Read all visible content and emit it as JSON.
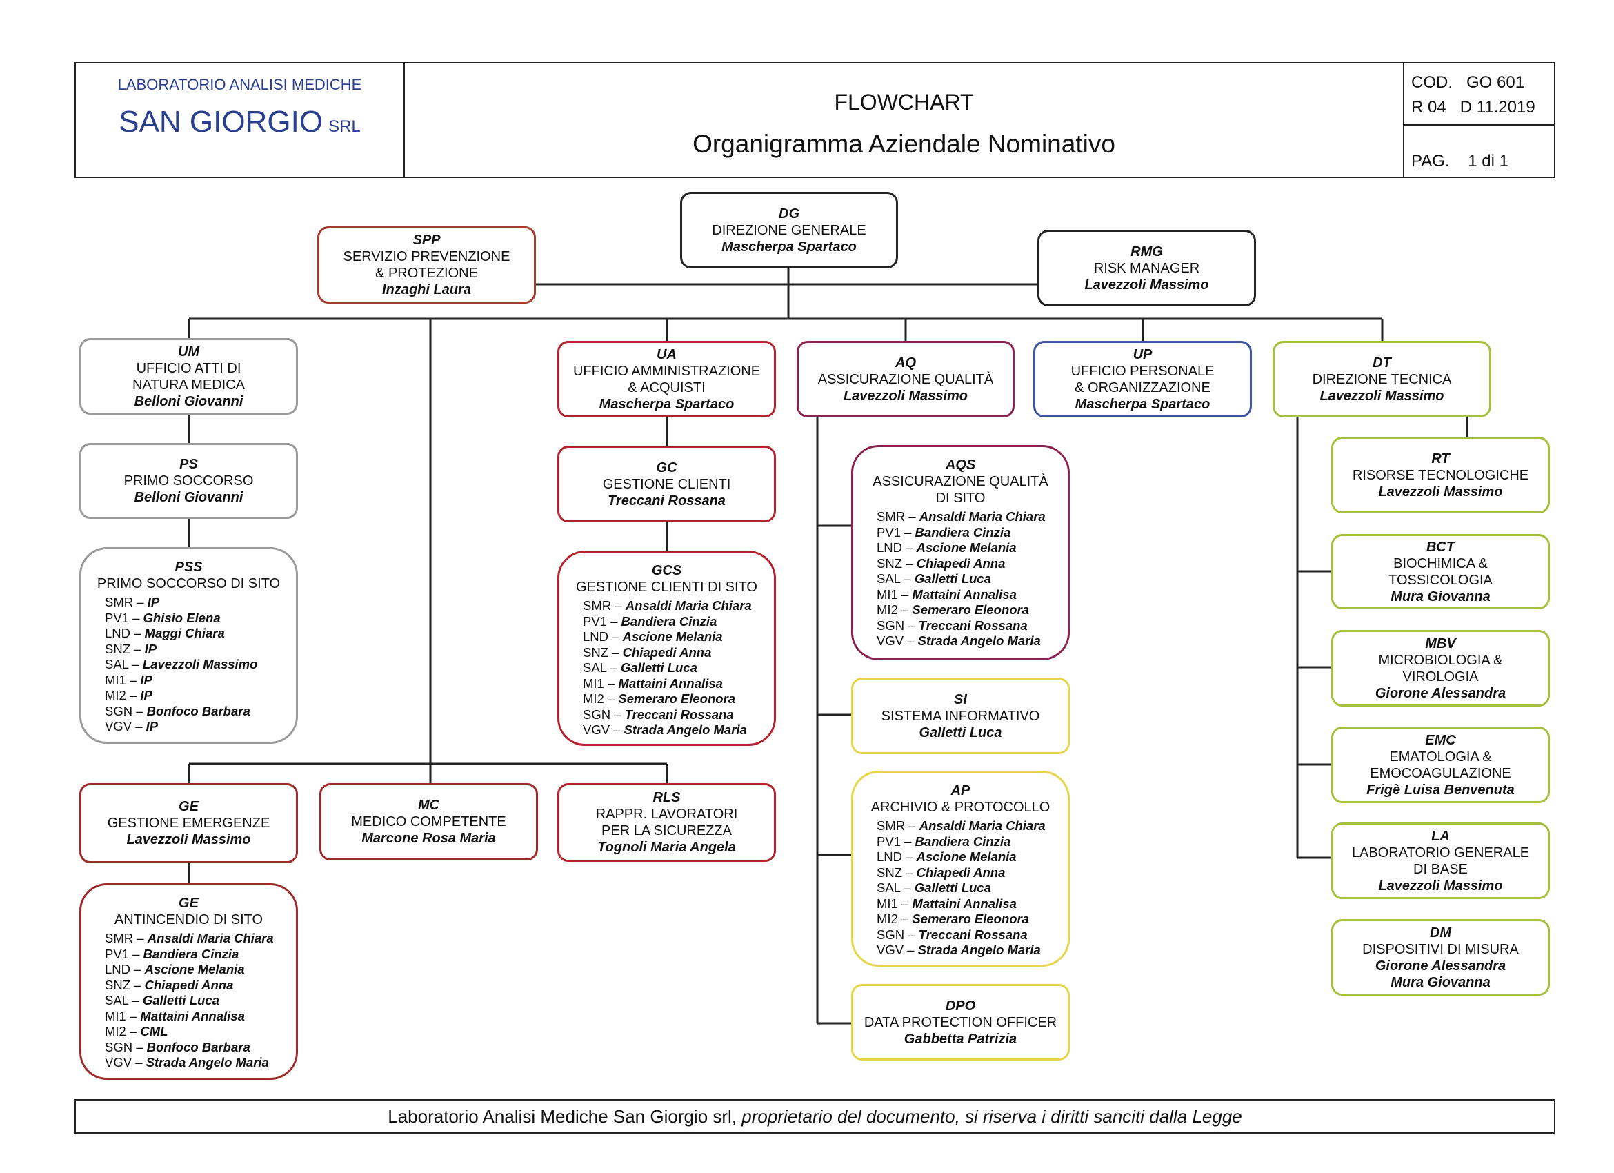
{
  "header": {
    "company_line1": "LABORATORIO  ANALISI  MEDICHE",
    "company_name": "SAN GIORGIO",
    "company_suffix": "SRL",
    "doc_type": "FLOWCHART",
    "doc_title": "Organigramma Aziendale Nominativo",
    "cod_label": "COD.",
    "cod_value": "GO 601",
    "rev": "R 04",
    "date": "D 11.2019",
    "page_label": "PAG.",
    "page_value": "1 di 1"
  },
  "boxes": {
    "dg": {
      "code": "DG",
      "title": [
        "DIREZIONE GENERALE"
      ],
      "names": [
        "Mascherpa Spartaco"
      ]
    },
    "spp": {
      "code": "SPP",
      "title": [
        "SERVIZIO PREVENZIONE",
        "& PROTEZIONE"
      ],
      "names": [
        "Inzaghi Laura"
      ]
    },
    "rmg": {
      "code": "RMG",
      "title": [
        "RISK MANAGER"
      ],
      "names": [
        "Lavezzoli Massimo"
      ]
    },
    "um": {
      "code": "UM",
      "title": [
        "UFFICIO ATTI DI",
        "NATURA MEDICA"
      ],
      "names": [
        "Belloni Giovanni"
      ]
    },
    "ua": {
      "code": "UA",
      "title": [
        "UFFICIO AMMINISTRAZIONE",
        "& ACQUISTI"
      ],
      "names": [
        "Mascherpa Spartaco"
      ]
    },
    "aq": {
      "code": "AQ",
      "title": [
        "ASSICURAZIONE QUALITÀ"
      ],
      "names": [
        "Lavezzoli Massimo"
      ]
    },
    "up": {
      "code": "UP",
      "title": [
        "UFFICIO PERSONALE",
        "& ORGANIZZAZIONE"
      ],
      "names": [
        "Mascherpa Spartaco"
      ]
    },
    "dt": {
      "code": "DT",
      "title": [
        "DIREZIONE TECNICA"
      ],
      "names": [
        "Lavezzoli Massimo"
      ]
    },
    "ps": {
      "code": "PS",
      "title": [
        "PRIMO SOCCORSO"
      ],
      "names": [
        "Belloni Giovanni"
      ]
    },
    "pss": {
      "code": "PSS",
      "title": [
        "PRIMO SOCCORSO DI SITO"
      ],
      "names": [],
      "sites": [
        [
          "SMR",
          "IP"
        ],
        [
          "PV1",
          "Ghisio Elena"
        ],
        [
          "LND",
          "Maggi Chiara"
        ],
        [
          "SNZ",
          "IP"
        ],
        [
          "SAL",
          "Lavezzoli Massimo"
        ],
        [
          "MI1",
          "IP"
        ],
        [
          "MI2",
          "IP"
        ],
        [
          "SGN",
          "Bonfoco Barbara"
        ],
        [
          "VGV",
          "IP"
        ]
      ]
    },
    "gc": {
      "code": "GC",
      "title": [
        "GESTIONE CLIENTI"
      ],
      "names": [
        "Treccani Rossana"
      ]
    },
    "gcs": {
      "code": "GCS",
      "title": [
        "GESTIONE CLIENTI DI SITO"
      ],
      "names": [],
      "sites": [
        [
          "SMR",
          "Ansaldi Maria Chiara"
        ],
        [
          "PV1",
          "Bandiera Cinzia"
        ],
        [
          "LND",
          "Ascione Melania"
        ],
        [
          "SNZ",
          "Chiapedi Anna"
        ],
        [
          "SAL",
          "Galletti Luca"
        ],
        [
          "MI1",
          "Mattaini Annalisa"
        ],
        [
          "MI2",
          "Semeraro Eleonora"
        ],
        [
          "SGN",
          "Treccani Rossana"
        ],
        [
          "VGV",
          "Strada Angelo Maria"
        ]
      ]
    },
    "ge": {
      "code": "GE",
      "title": [
        "GESTIONE EMERGENZE"
      ],
      "names": [
        "Lavezzoli Massimo"
      ]
    },
    "mc": {
      "code": "MC",
      "title": [
        "MEDICO COMPETENTE"
      ],
      "names": [
        "Marcone Rosa Maria"
      ]
    },
    "rls": {
      "code": "RLS",
      "title": [
        "RAPPR. LAVORATORI",
        "PER LA SICUREZZA"
      ],
      "names": [
        "Tognoli Maria Angela"
      ]
    },
    "gea": {
      "code": "GE",
      "title": [
        "ANTINCENDIO DI SITO"
      ],
      "names": [],
      "sites": [
        [
          "SMR",
          "Ansaldi Maria Chiara"
        ],
        [
          "PV1",
          "Bandiera Cinzia"
        ],
        [
          "LND",
          "Ascione Melania"
        ],
        [
          "SNZ",
          "Chiapedi Anna"
        ],
        [
          "SAL",
          "Galletti Luca"
        ],
        [
          "MI1",
          "Mattaini Annalisa"
        ],
        [
          "MI2",
          "CML"
        ],
        [
          "SGN",
          "Bonfoco Barbara"
        ],
        [
          "VGV",
          "Strada Angelo Maria"
        ]
      ]
    },
    "aqs": {
      "code": "AQS",
      "title": [
        "ASSICURAZIONE QUALITÀ",
        "DI SITO"
      ],
      "names": [],
      "sites": [
        [
          "SMR",
          "Ansaldi Maria Chiara"
        ],
        [
          "PV1",
          "Bandiera Cinzia"
        ],
        [
          "LND",
          "Ascione Melania"
        ],
        [
          "SNZ",
          "Chiapedi Anna"
        ],
        [
          "SAL",
          "Galletti Luca"
        ],
        [
          "MI1",
          "Mattaini Annalisa"
        ],
        [
          "MI2",
          "Semeraro Eleonora"
        ],
        [
          "SGN",
          "Treccani Rossana"
        ],
        [
          "VGV",
          "Strada Angelo Maria"
        ]
      ]
    },
    "si": {
      "code": "SI",
      "title": [
        "SISTEMA INFORMATIVO"
      ],
      "names": [
        "Galletti Luca"
      ]
    },
    "ap": {
      "code": "AP",
      "title": [
        "ARCHIVIO & PROTOCOLLO"
      ],
      "names": [],
      "sites": [
        [
          "SMR",
          "Ansaldi Maria Chiara"
        ],
        [
          "PV1",
          "Bandiera Cinzia"
        ],
        [
          "LND",
          "Ascione Melania"
        ],
        [
          "SNZ",
          "Chiapedi Anna"
        ],
        [
          "SAL",
          "Galletti Luca"
        ],
        [
          "MI1",
          "Mattaini Annalisa"
        ],
        [
          "MI2",
          "Semeraro Eleonora"
        ],
        [
          "SGN",
          "Treccani Rossana"
        ],
        [
          "VGV",
          "Strada Angelo Maria"
        ]
      ]
    },
    "dpo": {
      "code": "DPO",
      "title": [
        "DATA PROTECTION OFFICER"
      ],
      "names": [
        "Gabbetta Patrizia"
      ]
    },
    "rt": {
      "code": "RT",
      "title": [
        "RISORSE TECNOLOGICHE"
      ],
      "names": [
        "Lavezzoli Massimo"
      ]
    },
    "bct": {
      "code": "BCT",
      "title": [
        "BIOCHIMICA &",
        "TOSSICOLOGIA"
      ],
      "names": [
        "Mura Giovanna"
      ]
    },
    "mbv": {
      "code": "MBV",
      "title": [
        "MICROBIOLOGIA &",
        "VIROLOGIA"
      ],
      "names": [
        "Giorone Alessandra"
      ]
    },
    "emc": {
      "code": "EMC",
      "title": [
        "EMATOLOGIA &",
        "EMOCOAGULAZIONE"
      ],
      "names": [
        "Frigè Luisa Benvenuta"
      ]
    },
    "la": {
      "code": "LA",
      "title": [
        "LABORATORIO GENERALE",
        "DI BASE"
      ],
      "names": [
        "Lavezzoli Massimo"
      ]
    },
    "dm": {
      "code": "DM",
      "title": [
        "DISPOSITIVI DI MISURA"
      ],
      "names": [
        "Giorone Alessandra",
        "Mura Giovanna"
      ]
    }
  },
  "footer": {
    "normal": "Laboratorio Analisi Mediche San Giorgio srl,",
    "italic": " proprietario del documento, si riserva i diritti sanciti dalla Legge"
  }
}
